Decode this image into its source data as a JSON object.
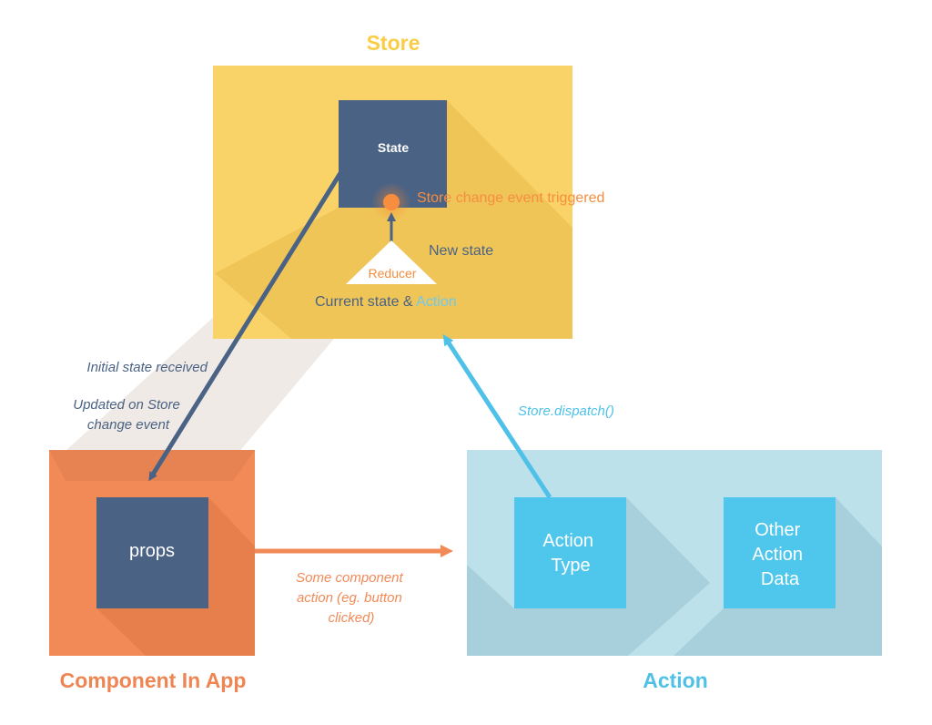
{
  "colors": {
    "store_bg": "#fad368",
    "store_title": "#f9cd45",
    "component_bg": "#f28a58",
    "component_title": "#ee8553",
    "action_bg": "#bde1ea",
    "action_title": "#4fc1e9",
    "navy": "#4a6284",
    "action_box": "#4fc7ec",
    "orange_accent": "#f68d3f",
    "current_state_text": "#4a6284",
    "action_word": "#6fc9ef"
  },
  "store": {
    "title": "Store",
    "state_label": "State",
    "event_label": "Store change event triggered",
    "new_state_label": "New state",
    "reducer_label": "Reducer",
    "current_state_prefix": "Current state & ",
    "current_state_action": "Action"
  },
  "component": {
    "title": "Component In App",
    "props_label": "props"
  },
  "action": {
    "title": "Action",
    "type_lines": [
      "Action",
      "Type"
    ],
    "other_lines": [
      "Other",
      "Action",
      "Data"
    ]
  },
  "edges": {
    "initial_state": "Initial state received",
    "updated_lines": [
      "Updated on Store",
      "change event"
    ],
    "dispatch": "Store.dispatch()",
    "component_action_lines": [
      "Some component",
      "action (eg. button",
      "clicked)"
    ]
  }
}
